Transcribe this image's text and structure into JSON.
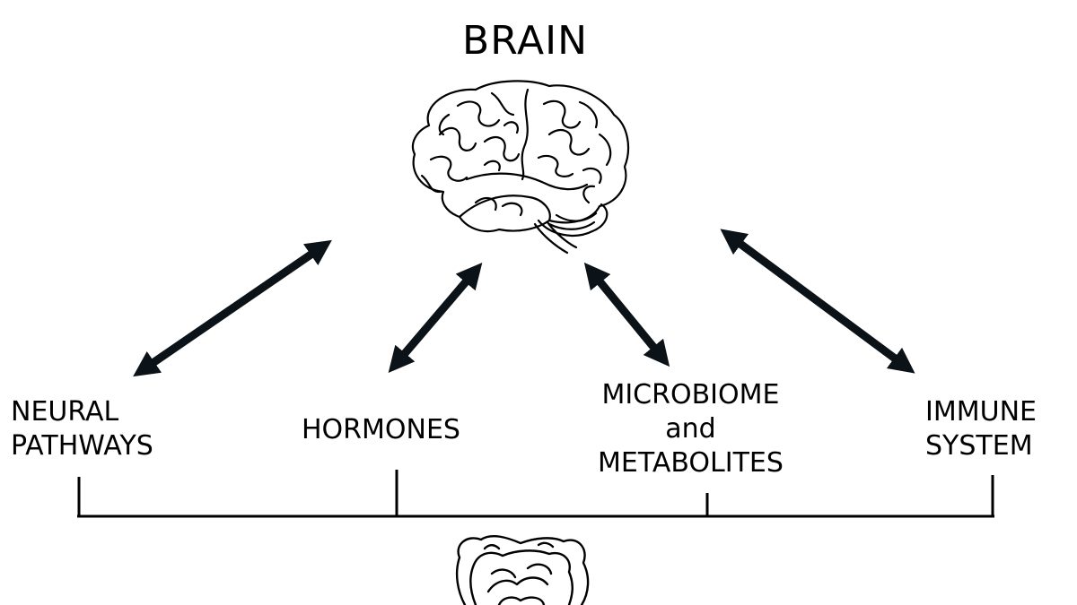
{
  "diagram": {
    "title": "BRAIN",
    "nodes": [
      {
        "id": "neural",
        "lines": [
          "NEURAL",
          "PATHWAYS"
        ]
      },
      {
        "id": "hormones",
        "lines": [
          "HORMONES"
        ]
      },
      {
        "id": "microbiome",
        "lines": [
          "MICROBIOME",
          "and",
          "METABOLITES"
        ]
      },
      {
        "id": "immune",
        "lines": [
          "IMMUNE",
          "SYSTEM"
        ]
      }
    ],
    "edges": [
      {
        "from": "brain",
        "to": "neural",
        "direction": "bidirectional"
      },
      {
        "from": "brain",
        "to": "hormones",
        "direction": "bidirectional"
      },
      {
        "from": "brain",
        "to": "microbiome",
        "direction": "bidirectional"
      },
      {
        "from": "brain",
        "to": "immune",
        "direction": "bidirectional"
      }
    ],
    "icons": {
      "brain": "brain-illustration-icon",
      "gut": "intestines-illustration-icon"
    },
    "colors": {
      "ink": "#000000",
      "arrow": "#0b1218",
      "background": "#ffffff"
    }
  }
}
